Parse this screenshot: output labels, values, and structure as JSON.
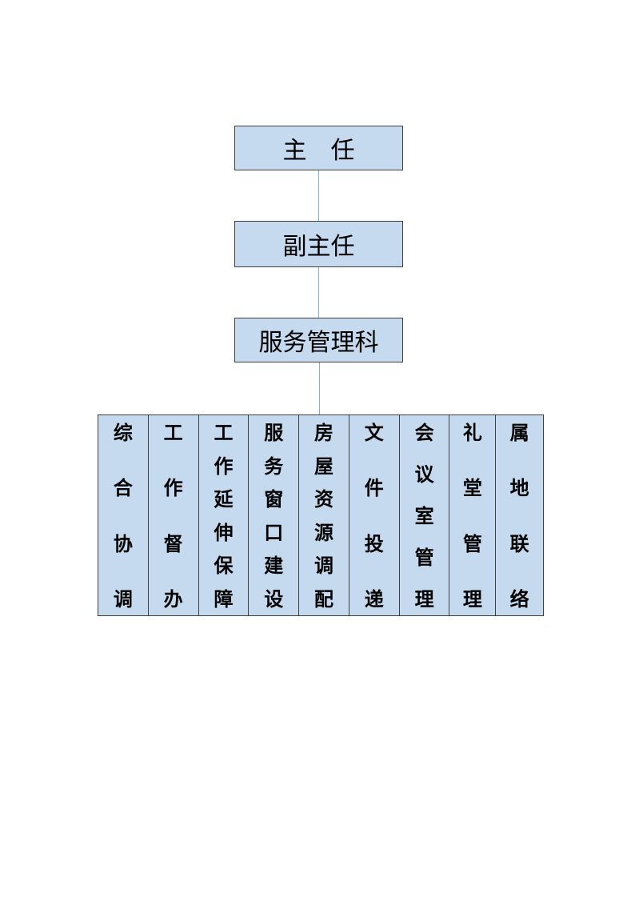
{
  "org": {
    "director": "主　任",
    "deputy": "副主任",
    "section": "服务管理科"
  },
  "departments": [
    {
      "chars": [
        "综",
        "合",
        "协",
        "调"
      ]
    },
    {
      "chars": [
        "工",
        "作",
        "督",
        "办"
      ]
    },
    {
      "chars": [
        "工",
        "作",
        "延",
        "伸",
        "保",
        "障"
      ]
    },
    {
      "chars": [
        "服",
        "务",
        "窗",
        "口",
        "建",
        "设"
      ]
    },
    {
      "chars": [
        "房",
        "屋",
        "资",
        "源",
        "调",
        "配"
      ]
    },
    {
      "chars": [
        "文",
        "件",
        "投",
        "递"
      ]
    },
    {
      "chars": [
        "会",
        "议",
        "室",
        "管",
        "理"
      ]
    },
    {
      "chars": [
        "礼",
        "堂",
        "管",
        "理"
      ]
    },
    {
      "chars": [
        "属",
        "地",
        "联",
        "络"
      ]
    }
  ],
  "colors": {
    "box_fill": "#c5d9ef",
    "box_border": "#3f3f3f",
    "connector": "#7fb0dc"
  }
}
